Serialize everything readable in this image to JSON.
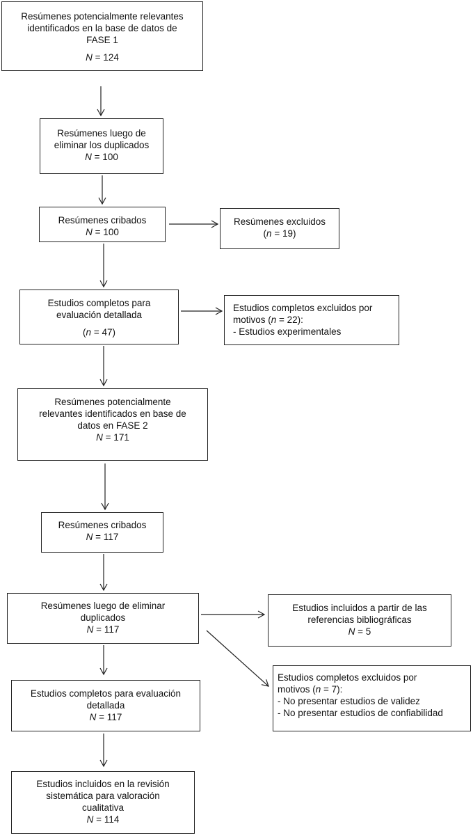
{
  "boxes": {
    "b1": {
      "lines": [
        "Resúmenes potencialmente relevantes",
        "identificados en la base de datos de",
        "FASE 1"
      ],
      "n_label": "N",
      "n_value": "= 124"
    },
    "b2": {
      "lines": [
        "Resúmenes luego de",
        "eliminar los duplicados"
      ],
      "n_label": "N",
      "n_value": "= 100"
    },
    "b3": {
      "lines": [
        "Resúmenes cribados"
      ],
      "n_label": "N",
      "n_value": "= 100"
    },
    "b3r": {
      "lines": [
        "Resúmenes excluidos"
      ],
      "n_open": "(",
      "n_label": "n",
      "n_value": "= 19)"
    },
    "b4": {
      "lines": [
        "Estudios completos para",
        "evaluación detallada"
      ],
      "n_open": "(",
      "n_label": "n",
      "n_value": "= 47)"
    },
    "b4r": {
      "line1": "Estudios completos excluidos por",
      "line2_pre": "motivos (",
      "line2_label": "n",
      "line2_post": " = 22):",
      "items": [
        "- Estudios experimentales"
      ]
    },
    "b5": {
      "lines": [
        "Resúmenes potencialmente",
        "relevantes identificados en base de",
        "datos en FASE 2"
      ],
      "n_label": "N",
      "n_value": "= 171"
    },
    "b6": {
      "lines": [
        "Resúmenes cribados"
      ],
      "n_label": "N",
      "n_value": "= 117"
    },
    "b7": {
      "lines": [
        "Resúmenes luego de eliminar",
        "duplicados"
      ],
      "n_label": "N",
      "n_value": "= 117"
    },
    "b7r": {
      "lines": [
        "Estudios incluidos a partir de las",
        "referencias bibliográficas"
      ],
      "n_label": "N",
      "n_value": "= 5"
    },
    "b8r": {
      "line1": "Estudios completos excluidos por",
      "line2_pre": "motivos (",
      "line2_label": "n",
      "line2_post": " = 7):",
      "items": [
        "- No presentar estudios de validez",
        "- No presentar estudios de confiabilidad"
      ]
    },
    "b8": {
      "lines": [
        "Estudios completos para evaluación",
        "detallada"
      ],
      "n_label": "N",
      "n_value": "= 117"
    },
    "b9": {
      "lines": [
        "Estudios incluidos en la revisión",
        "sistemática para valoración",
        "cualitativa"
      ],
      "n_label": "N",
      "n_value": "= 114"
    }
  }
}
